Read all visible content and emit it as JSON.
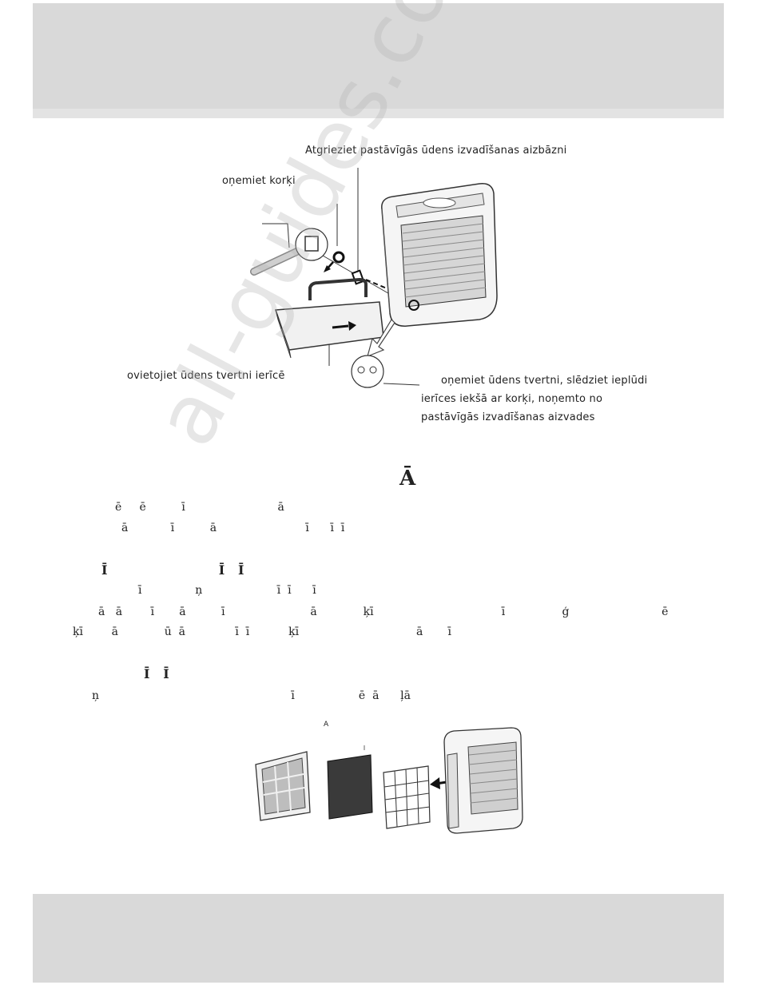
{
  "diagram_top": {
    "caption_return_plug": "Atgrieziet pastāvīgās ūdens izvadīšanas aizbāzni",
    "caption_remove_cork": "oņemiet korķi",
    "caption_place_tank": "ovietojiet ūdens tvertni ierīcē",
    "caption_remove_tank_line1": "oņemiet ūdens tvertni, slēdziet ieplūdi",
    "caption_remove_tank_line2": "ierīces iekšā ar korķi, noņemto no",
    "caption_remove_tank_line3": "pastāvīgās izvadīšanas aizvades"
  },
  "section_heading": "Ā",
  "para1_line1": "ē     ē          ī                          ā",
  "para1_line2": "ā            ī          ā                         ī      ī  ī",
  "sub_heading1": "Ī                         Ī   Ī",
  "para2_line1": "ī               ņ                     ī  ī      ī",
  "para2_line2": "ā   ā        ī       ā          ī                        ā             ķī                                    ī                ģ                          ē",
  "para2_line3": "ķī        ā             ū  ā              ī  ī           ķī                                 ā       ī",
  "sub_heading2": "Ī   Ī",
  "para3_line1": "ņ                                                      ī                  ē  ā      ļā",
  "diagram_filters": {
    "label_a": "A"
  },
  "watermark": "all-guides.com"
}
